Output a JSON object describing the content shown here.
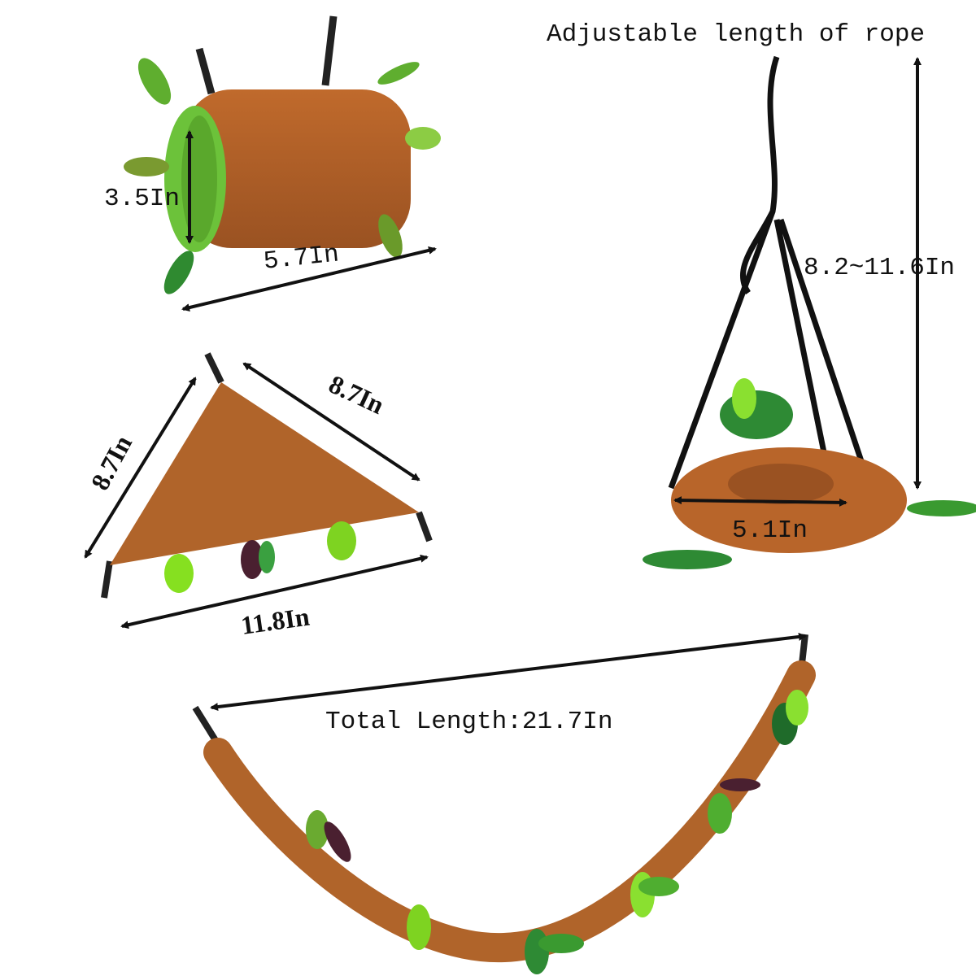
{
  "labels": {
    "rope_title": "Adjustable length of rope",
    "tunnel_height": "3.5In",
    "tunnel_length": "5.7In",
    "triangle_left": "8.7In",
    "triangle_right": "8.7In",
    "triangle_bottom": "11.8In",
    "rope_length": "8.2~11.6In",
    "bed_diameter": "5.1In",
    "bridge_length": "Total Length:21.7In"
  },
  "colors": {
    "plush_brown": "#b8652a",
    "dark_brown": "#8a4a1c",
    "leaf_light": "#7ed321",
    "leaf_mid": "#4caa2e",
    "leaf_dark": "#1f6b2a",
    "leaf_purple": "#4a2030"
  }
}
